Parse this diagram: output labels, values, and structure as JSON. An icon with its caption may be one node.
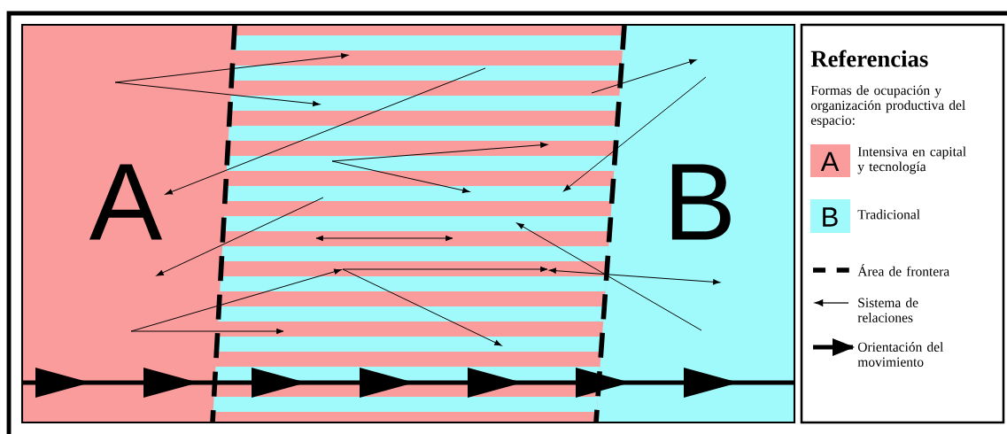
{
  "diagram": {
    "nodes": [
      {
        "text": [
          "A"
        ]
      },
      {
        "text": [
          "B"
        ]
      }
    ],
    "labels": [
      "Referencias",
      "Formas de ocupación y organización productiva del espacio:",
      "A",
      "B"
    ],
    "legend": [
      {
        "text": "Intensiva en capital y tecnología",
        "color": "#fa9c9b"
      },
      {
        "text": "Tradicional",
        "color": "#a0fafc"
      },
      {
        "text": "Área de frontera"
      },
      {
        "text": "Sistema de relaciones"
      },
      {
        "text": "Orientación del movimiento"
      }
    ]
  }
}
